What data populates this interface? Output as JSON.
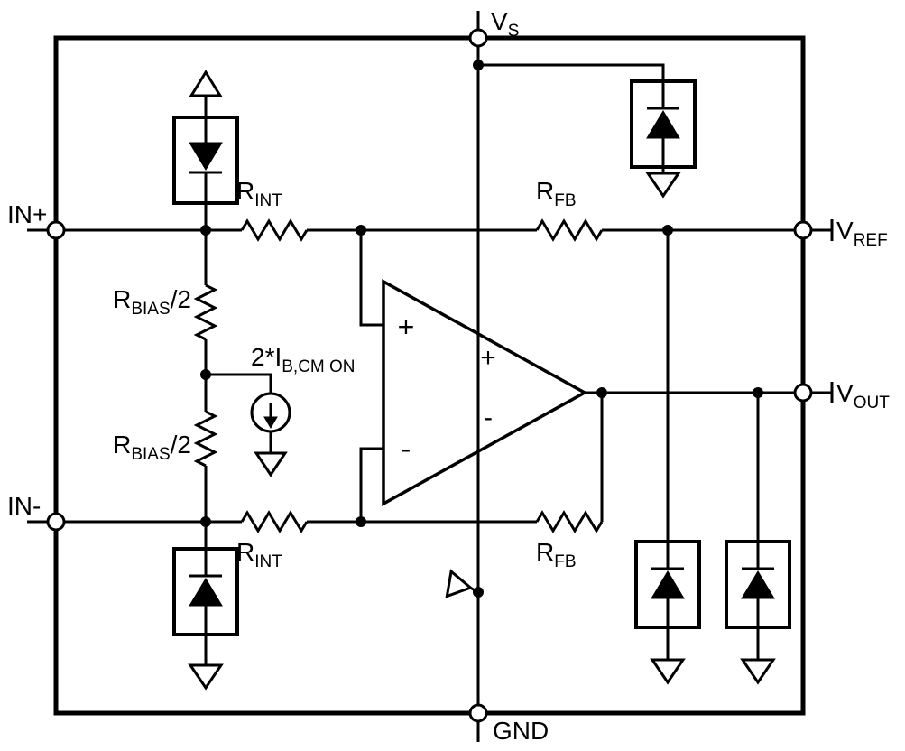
{
  "colors": {
    "ink": "#000000",
    "background": "#ffffff"
  },
  "pins": {
    "vs": {
      "main": "V",
      "sub": "S"
    },
    "gnd": "GND",
    "in_plus": "IN+",
    "in_minus": "IN-",
    "vref": {
      "main": "V",
      "sub": "REF"
    },
    "vout": {
      "main": "V",
      "sub": "OUT"
    }
  },
  "labels": {
    "rint": {
      "main": "R",
      "sub": "INT"
    },
    "rfb": {
      "main": "R",
      "sub": "FB"
    },
    "rbias": {
      "main": "R",
      "sub": "BIAS",
      "suffix": "/2"
    },
    "ibias": {
      "main": "2*I",
      "sub": "B,CM ON"
    }
  },
  "opamp": {
    "plus": "+",
    "minus": "-"
  }
}
